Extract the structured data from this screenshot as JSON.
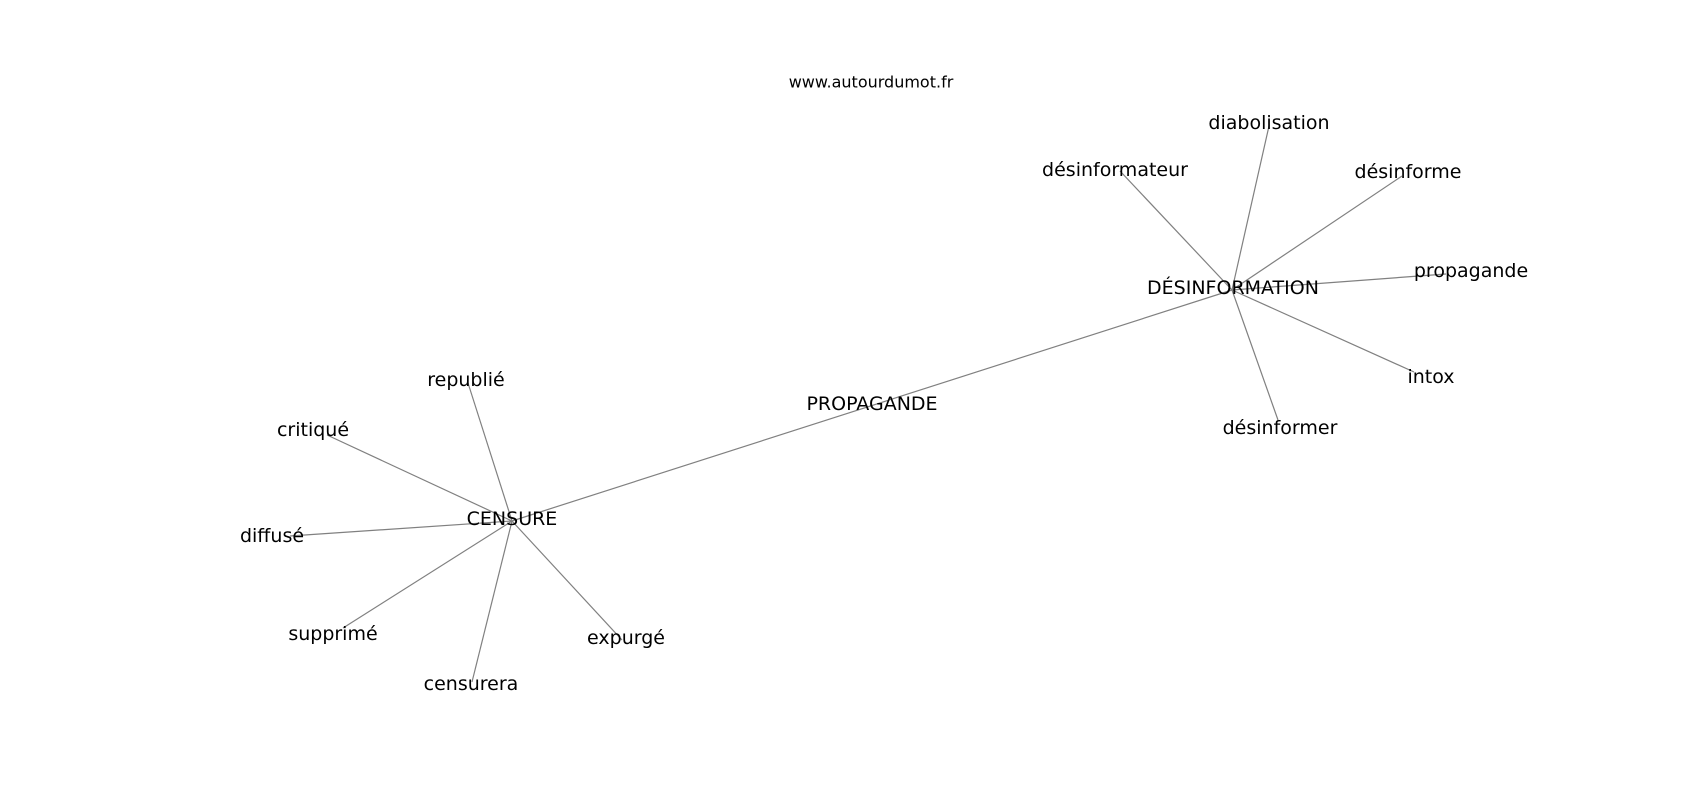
{
  "watermark": "www.autourdumot.fr",
  "nodes": [
    {
      "id": "propagande-center",
      "label": "PROPAGANDE"
    },
    {
      "id": "desinformation",
      "label": "DÉSINFORMATION"
    },
    {
      "id": "censure",
      "label": "CENSURE"
    },
    {
      "id": "diabolisation",
      "label": "diabolisation"
    },
    {
      "id": "desinformateur",
      "label": "désinformateur"
    },
    {
      "id": "desinforme",
      "label": "désinforme"
    },
    {
      "id": "propagande-leaf",
      "label": "propagande"
    },
    {
      "id": "intox",
      "label": "intox"
    },
    {
      "id": "desinformer",
      "label": "désinformer"
    },
    {
      "id": "republie",
      "label": "republié"
    },
    {
      "id": "critique",
      "label": "critiqué"
    },
    {
      "id": "diffuse",
      "label": "diffusé"
    },
    {
      "id": "supprime",
      "label": "supprimé"
    },
    {
      "id": "censurera",
      "label": "censurera"
    },
    {
      "id": "expurge",
      "label": "expurgé"
    }
  ],
  "edges": [
    [
      "censure",
      "desinformation"
    ],
    [
      "desinformation",
      "diabolisation"
    ],
    [
      "desinformation",
      "desinformateur"
    ],
    [
      "desinformation",
      "desinforme"
    ],
    [
      "desinformation",
      "propagande-leaf"
    ],
    [
      "desinformation",
      "intox"
    ],
    [
      "desinformation",
      "desinformer"
    ],
    [
      "censure",
      "republie"
    ],
    [
      "censure",
      "critique"
    ],
    [
      "censure",
      "diffuse"
    ],
    [
      "censure",
      "supprime"
    ],
    [
      "censure",
      "censurera"
    ],
    [
      "censure",
      "expurge"
    ]
  ]
}
